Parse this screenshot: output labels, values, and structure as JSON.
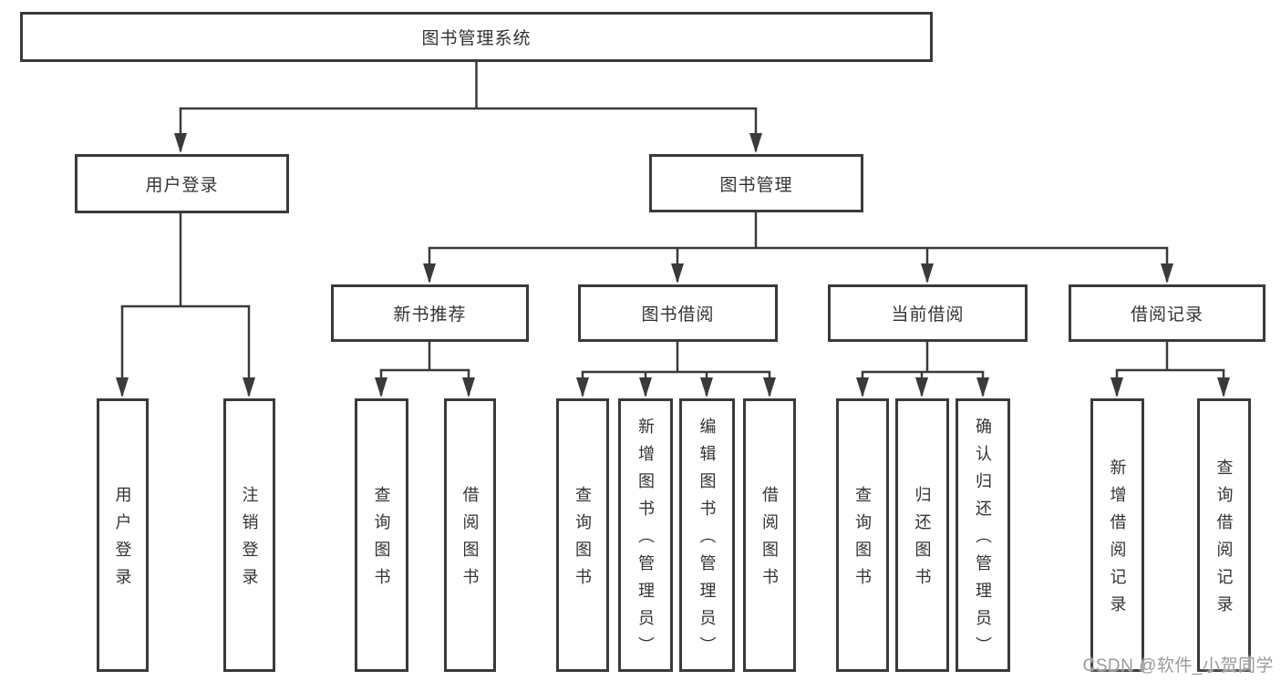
{
  "diagram": {
    "title": "图书管理系统",
    "branches": [
      {
        "label": "用户登录",
        "children": [
          {
            "label": "用户登录"
          },
          {
            "label": "注销登录"
          }
        ]
      },
      {
        "label": "图书管理",
        "children": [
          {
            "label": "新书推荐",
            "children": [
              {
                "label": "查询图书"
              },
              {
                "label": "借阅图书"
              }
            ]
          },
          {
            "label": "图书借阅",
            "children": [
              {
                "label": "查询图书"
              },
              {
                "label": "新增图书（管理员）"
              },
              {
                "label": "编辑图书（管理员）"
              },
              {
                "label": "借阅图书"
              }
            ]
          },
          {
            "label": "当前借阅",
            "children": [
              {
                "label": "查询图书"
              },
              {
                "label": "归还图书"
              },
              {
                "label": "确认归还（管理员）"
              }
            ]
          },
          {
            "label": "借阅记录",
            "children": [
              {
                "label": "新增借阅记录"
              },
              {
                "label": "查询借阅记录"
              }
            ]
          }
        ]
      }
    ]
  },
  "watermark": {
    "text": "CSDN @软件_小贺同学"
  },
  "colors": {
    "line": "#3a3a3a",
    "box_border": "#3a3a3a",
    "text": "#333333",
    "background": "#ffffff",
    "watermark": "#9b9b9b"
  }
}
